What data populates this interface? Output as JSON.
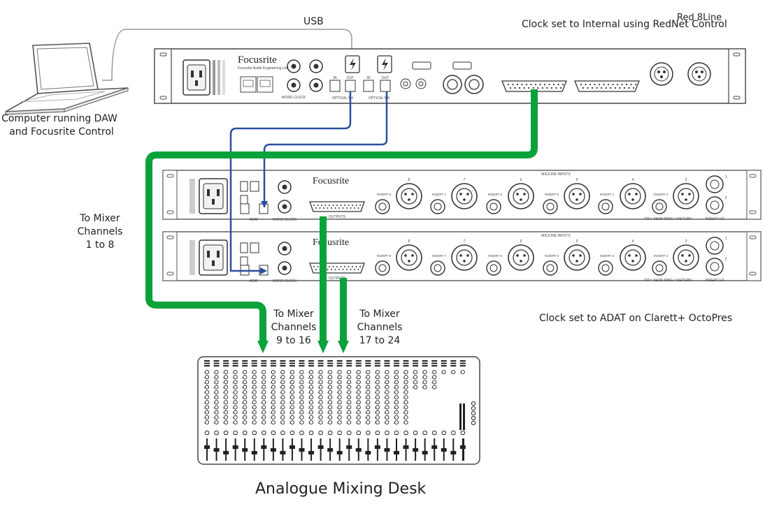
{
  "labels": {
    "usb": "USB",
    "red_title": "Red 8Line",
    "clock_internal": "Clock set to Internal using RedNet Control",
    "computer_line1": "Computer running DAW",
    "computer_line2": "and Focusrite Control",
    "mixer_1_8": [
      "To Mixer",
      "Channels",
      "1 to 8"
    ],
    "mixer_9_16": [
      "To Mixer",
      "Channels",
      "9 to 16"
    ],
    "mixer_17_24": [
      "To Mixer",
      "Channels",
      "17 to 24"
    ],
    "clock_adat": "Clock set to ADAT on Clarett+ OctoPres",
    "desk_title": "Analogue Mixing Desk"
  },
  "red8line": {
    "brand": "Focusrite",
    "subbrand": "Focusrite Audio Engineering Ltd",
    "word_clock": "WORD CLOCK",
    "optical_a": "OPTICAL 1-4",
    "optical_b": "OPTICAL 5-8",
    "in": "IN",
    "out": "OUT"
  },
  "octopre": {
    "brand": "Focusrite",
    "adat": "ADAT",
    "word_clock": "WORD CLOCK",
    "outputs": "OUTPUTS",
    "line_inputs": "MIC/LINE INPUTS",
    "inserts": [
      "INSERT 8",
      "INSERT 7",
      "INSERT 6",
      "INSERT 5",
      "INSERT 4",
      "INSERT 3"
    ],
    "channels": [
      "8",
      "7",
      "6",
      "5",
      "4",
      "3",
      "2",
      "1"
    ],
    "tip_ring": "TIP = SEND  RING = RETURN",
    "insert_12": "INSERT 1/2"
  },
  "colors": {
    "green": "#0aa23a",
    "blue": "#2a4fa0",
    "device": "#555555",
    "usb_cable": "#999999"
  }
}
